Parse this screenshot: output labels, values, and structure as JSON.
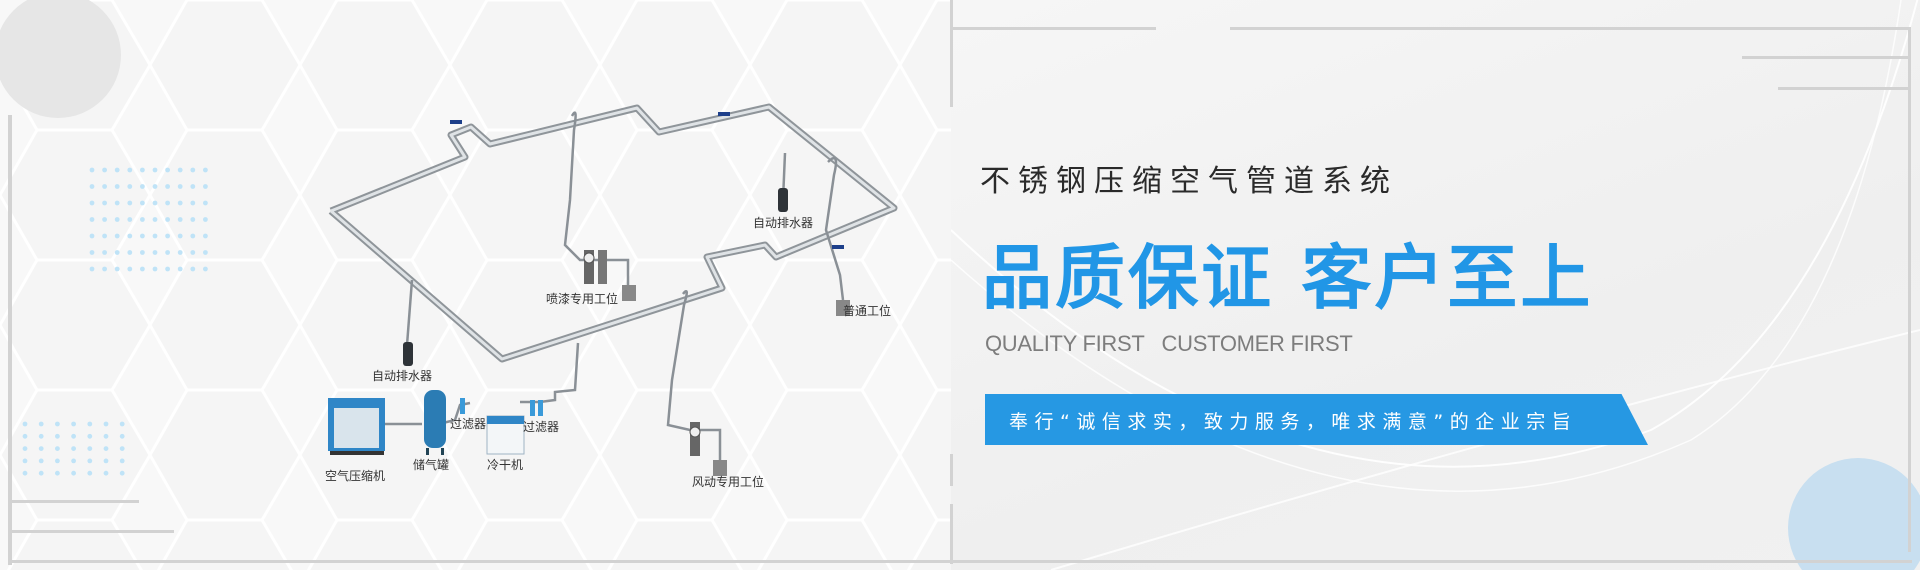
{
  "colors": {
    "accent": "#2196e6",
    "banner": "#2698e3",
    "dots": "#bfe3f7",
    "circle_blue": "#c8dff0"
  },
  "hero": {
    "title": "不锈钢压缩空气管道系统",
    "headline": "品质保证 客户至上",
    "english": "QUALITY FIRST   CUSTOMER FIRST",
    "banner": "奉行“诚信求实，致力服务，唯求满意”的企业宗旨"
  },
  "diagram": {
    "labels": {
      "spray_station": "喷漆专用工位",
      "auto_drain_right": "自动排水器",
      "normal_station": "普通工位",
      "auto_drain_left": "自动排水器",
      "filter_1": "过滤器",
      "filter_2": "过滤器",
      "compressor": "空气压缩机",
      "tank": "储气罐",
      "dryer": "冷干机",
      "pneumatic_station": "风动专用工位"
    }
  }
}
